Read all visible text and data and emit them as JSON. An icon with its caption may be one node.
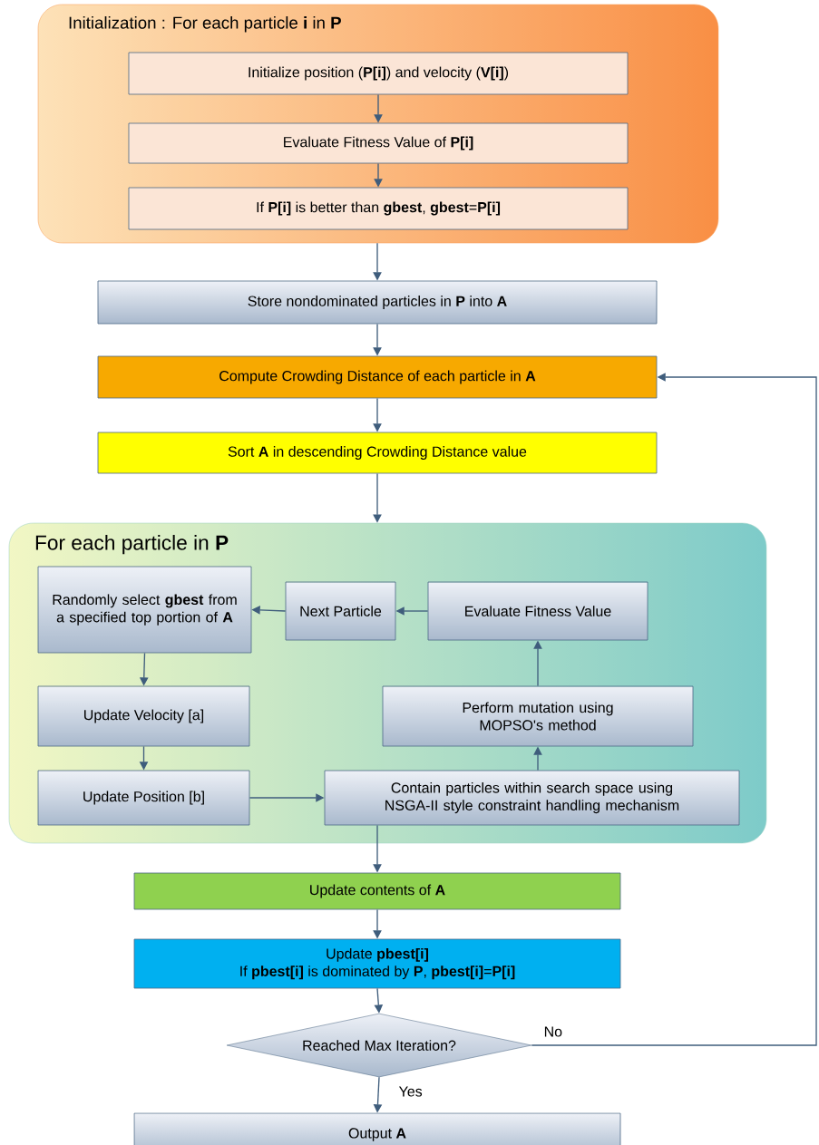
{
  "diagram": {
    "nodes": [
      {
        "text": [
          "Initialization : For each particle **i** in **P**"
        ]
      },
      {
        "text": [
          "Initialize position (**P[i]**) and velocity (**V[i]**)"
        ],
        "in": 0
      },
      {
        "text": [
          "Evaluate Fitness Value of **P[i]**"
        ],
        "in": 0
      },
      {
        "text": [
          "If **P[i]** is better than **gbest**, **gbest**=**P[i]**"
        ],
        "in": 0
      },
      {
        "text": [
          "Store nondominated particles in **P** into **A**"
        ]
      },
      {
        "text": [
          "Compute Crowding Distance of each particle in **A**"
        ]
      },
      {
        "text": [
          "Sort **A** in descending Crowding Distance value"
        ]
      },
      {
        "text": [
          "For each particle in **P**"
        ]
      },
      {
        "text": [
          "Randomly select **gbest** from a specified top portion of **A**"
        ],
        "in": 7
      },
      {
        "text": [
          "Next Particle"
        ],
        "in": 7
      },
      {
        "text": [
          "Evaluate Fitness Value"
        ],
        "in": 7
      },
      {
        "text": [
          "Update Velocity [a]"
        ],
        "in": 7
      },
      {
        "text": [
          "Perform mutation using MOPSO's method"
        ],
        "in": 7
      },
      {
        "text": [
          "Update Position [b]"
        ],
        "in": 7
      },
      {
        "text": [
          "Contain particles within search space using NSGA-II style constraint handling mechanism"
        ],
        "in": 7
      },
      {
        "text": [
          "Update contents of **A**"
        ]
      },
      {
        "text": [
          "Update **pbest[i]**",
          "If **pbest[i]** is dominated by **P**, **pbest[i]**=**P[i]**"
        ]
      },
      {
        "text": [
          "Reached Max Iteration?"
        ]
      },
      {
        "text": [
          "Output **A**"
        ]
      }
    ],
    "edges": [
      {
        "from": 1,
        "to": 2,
        "arrow": "to"
      },
      {
        "from": 2,
        "to": 3,
        "arrow": "to"
      },
      {
        "from": 0,
        "to": 4,
        "arrow": "to"
      },
      {
        "from": 4,
        "to": 5,
        "arrow": "to"
      },
      {
        "from": 5,
        "to": 6,
        "arrow": "to"
      },
      {
        "from": 6,
        "to": 7,
        "arrow": "to"
      },
      {
        "from": 8,
        "to": 11,
        "arrow": "to"
      },
      {
        "from": 11,
        "to": 13,
        "arrow": "to"
      },
      {
        "from": 13,
        "to": 14,
        "arrow": "to"
      },
      {
        "from": 14,
        "to": 12,
        "arrow": "to"
      },
      {
        "from": 12,
        "to": 10,
        "arrow": "to"
      },
      {
        "from": 10,
        "to": 9,
        "arrow": "to"
      },
      {
        "from": 9,
        "to": 8,
        "arrow": "to"
      },
      {
        "from": 14,
        "to": 15,
        "arrow": "to"
      },
      {
        "from": 15,
        "to": 16,
        "arrow": "to"
      },
      {
        "from": 16,
        "to": 17,
        "arrow": "to"
      },
      {
        "from": 17,
        "to": 18,
        "arrow": "to",
        "label": "Yes"
      },
      {
        "from": 17,
        "to": 5,
        "arrow": "to",
        "label": "No"
      }
    ]
  }
}
